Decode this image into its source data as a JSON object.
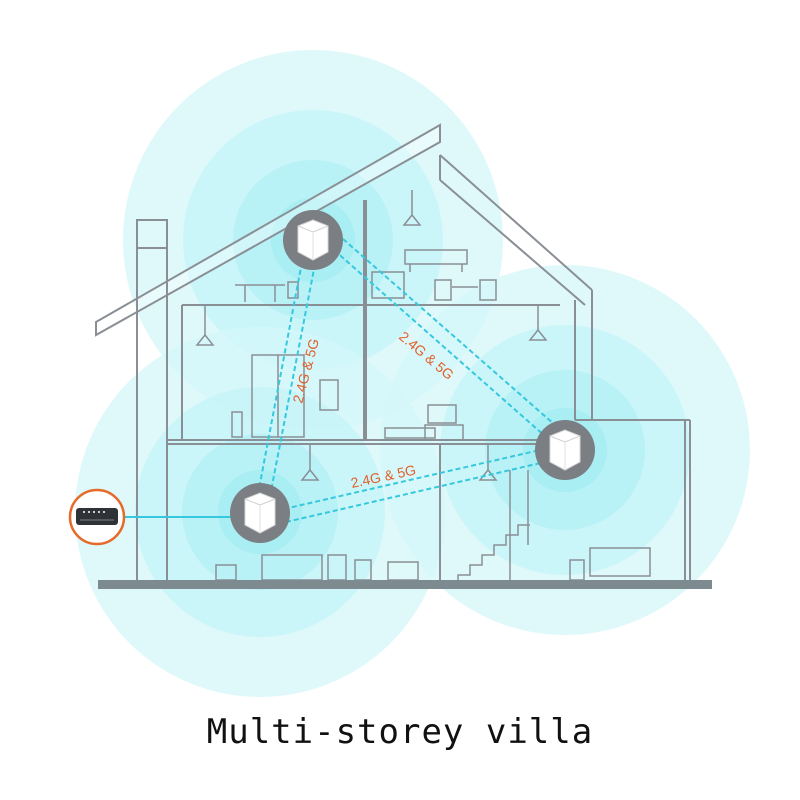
{
  "caption": "Multi-storey villa",
  "links": {
    "top_to_bottom": "2.4G & 5G",
    "top_to_right": "2.4G & 5G",
    "bottom_to_right": "2.4G & 5G"
  },
  "colors": {
    "house_line": "#8a8f95",
    "signal": "#bff3f7",
    "link_dash": "#35c8de",
    "label": "#e0602a",
    "node": "#7b7e82",
    "router_ring": "#e66a2a",
    "ground": "#7d8a8f"
  },
  "icons": {
    "mesh_node": "mesh-node-icon",
    "modem": "modem-icon"
  }
}
